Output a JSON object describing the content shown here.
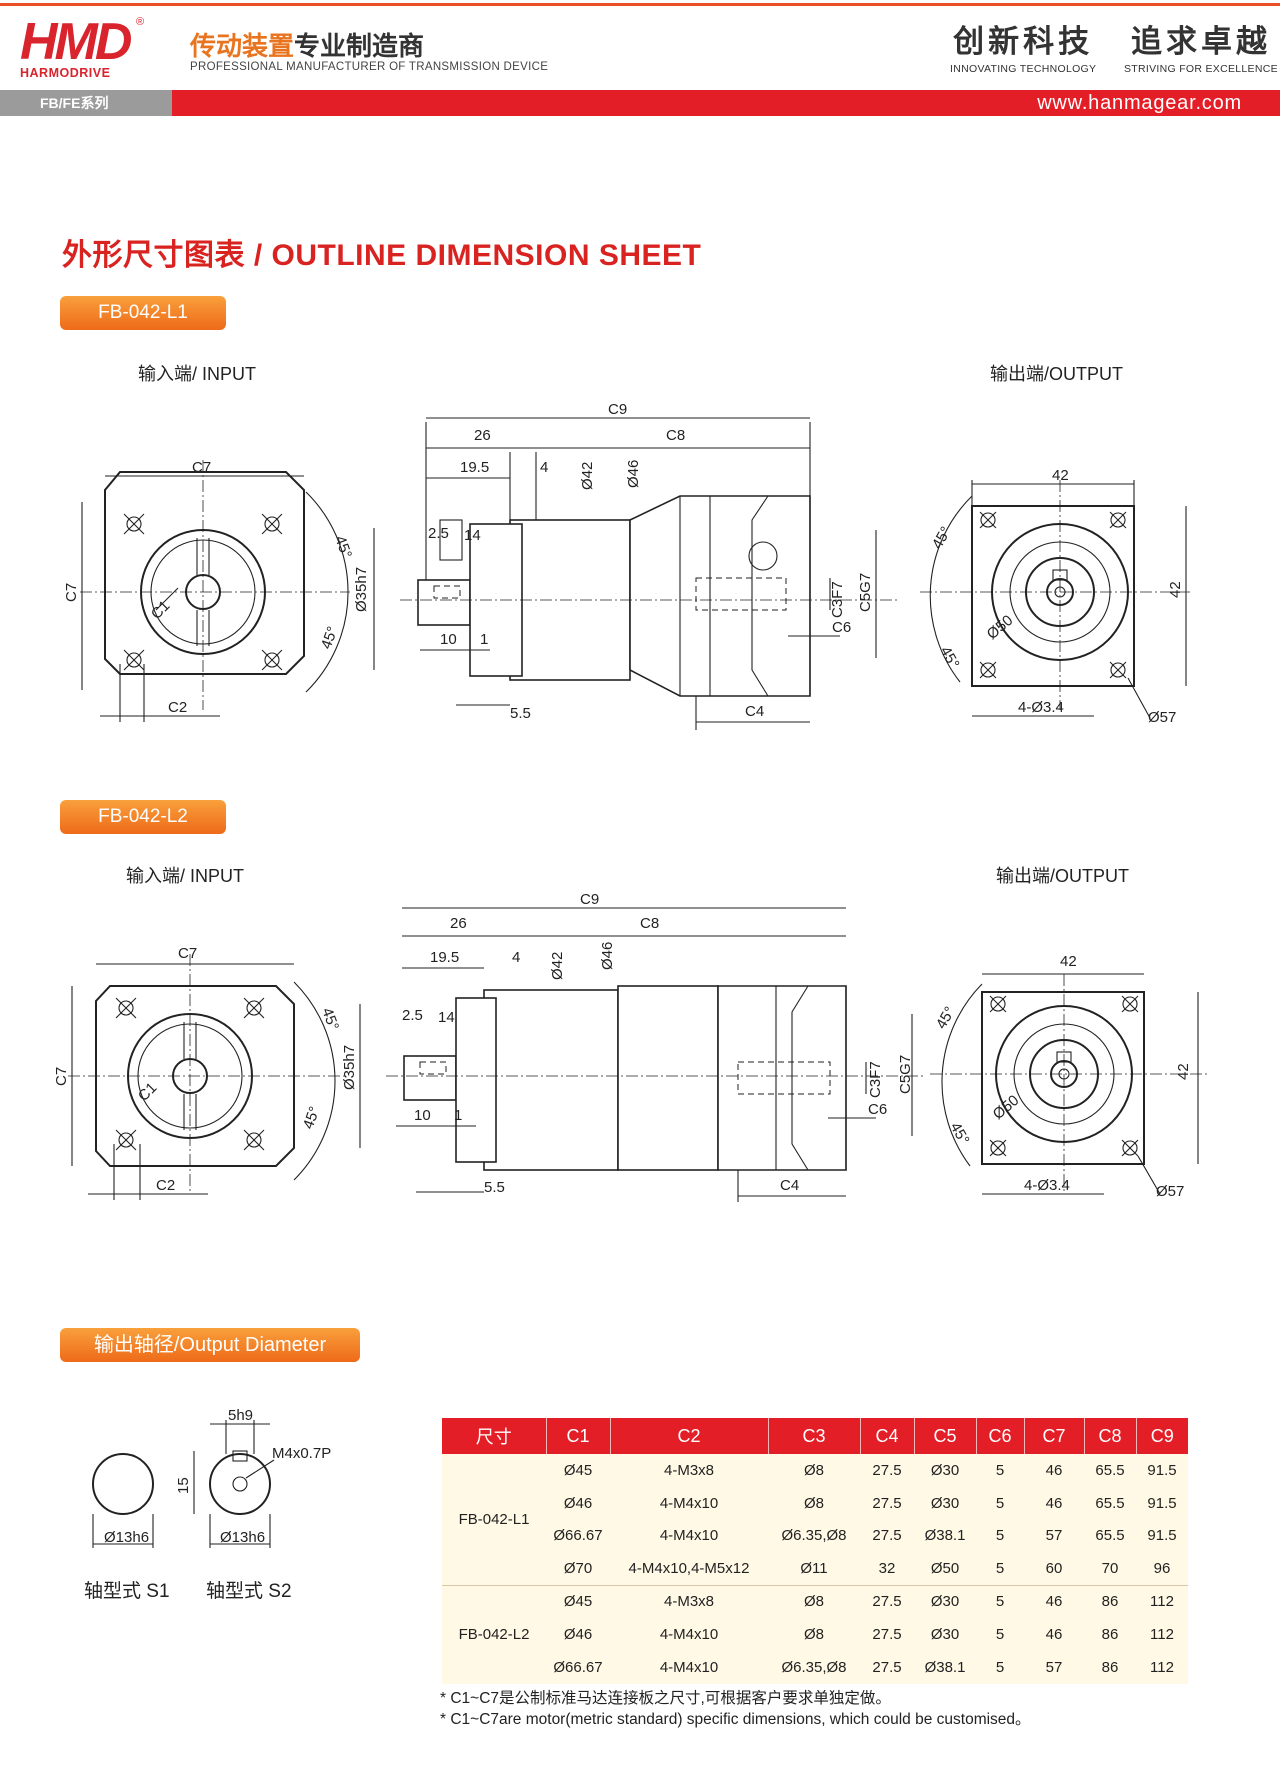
{
  "header": {
    "logo_text": "HMD",
    "logo_sub": "HARMODRIVE",
    "logo_registered": "®",
    "brand_cn_highlight": "传动装置",
    "brand_cn_rest": "专业制造商",
    "brand_en": "PROFESSIONAL MANUFACTURER OF TRANSMISSION DEVICE",
    "slogan1_cn": "创新科技",
    "slogan1_en": "INNOVATING TECHNOLOGY",
    "slogan2_cn": "追求卓越",
    "slogan2_en": "STRIVING FOR EXCELLENCE",
    "series": "FB/FE系列",
    "website": "www.hanmagear.com"
  },
  "sheet_title": "外形尺寸图表 / OUTLINE DIMENSION SHEET",
  "sections": [
    {
      "model": "FB-042-L1",
      "input_label": "输入端/ INPUT",
      "output_label": "输出端/OUTPUT"
    },
    {
      "model": "FB-042-L2",
      "input_label": "输入端/ INPUT",
      "output_label": "输出端/OUTPUT"
    }
  ],
  "dims": {
    "C1": "C1",
    "C2": "C2",
    "C3": "C3F7",
    "C4": "C4",
    "C5": "C5G7",
    "C6": "C6",
    "C7": "C7",
    "C8": "C8",
    "C9": "C9",
    "deg45": "45°",
    "d26": "26",
    "d19_5": "19.5",
    "d4": "4",
    "d42dia": "Ø42",
    "d46dia": "Ø46",
    "d2_5": "2.5",
    "d14": "14",
    "d35": "Ø35h7",
    "d10": "10",
    "d1": "1",
    "d5_5": "5.5",
    "d42": "42",
    "d50": "Ø50",
    "holes": "4-Ø3.4",
    "d57": "Ø57"
  },
  "output_diameter": {
    "title": "输出轴径/Output Diameter",
    "s1_dia": "Ø13h6",
    "s2_dia": "Ø13h6",
    "s2_key": "5h9",
    "s2_height": "15",
    "s2_tap": "M4x0.7P",
    "s1_label": "轴型式 S1",
    "s2_label": "轴型式 S2"
  },
  "table": {
    "headers": [
      "尺寸",
      "C1",
      "C2",
      "C3",
      "C4",
      "C5",
      "C6",
      "C7",
      "C8",
      "C9"
    ],
    "groups": [
      {
        "model": "FB-042-L1",
        "rows": [
          [
            "Ø45",
            "4-M3x8",
            "Ø8",
            "27.5",
            "Ø30",
            "5",
            "46",
            "65.5",
            "91.5"
          ],
          [
            "Ø46",
            "4-M4x10",
            "Ø8",
            "27.5",
            "Ø30",
            "5",
            "46",
            "65.5",
            "91.5"
          ],
          [
            "Ø66.67",
            "4-M4x10",
            "Ø6.35,Ø8",
            "27.5",
            "Ø38.1",
            "5",
            "57",
            "65.5",
            "91.5"
          ],
          [
            "Ø70",
            "4-M4x10,4-M5x12",
            "Ø11",
            "32",
            "Ø50",
            "5",
            "60",
            "70",
            "96"
          ]
        ]
      },
      {
        "model": "FB-042-L2",
        "rows": [
          [
            "Ø45",
            "4-M3x8",
            "Ø8",
            "27.5",
            "Ø30",
            "5",
            "46",
            "86",
            "112"
          ],
          [
            "Ø46",
            "4-M4x10",
            "Ø8",
            "27.5",
            "Ø30",
            "5",
            "46",
            "86",
            "112"
          ],
          [
            "Ø66.67",
            "4-M4x10",
            "Ø6.35,Ø8",
            "27.5",
            "Ø38.1",
            "5",
            "57",
            "86",
            "112"
          ]
        ]
      }
    ]
  },
  "notes": [
    "* C1~C7是公制标准马达连接板之尺寸,可根据客户要求单独定做。",
    "* C1~C7are motor(metric standard)  specific dimensions, which could be customised。"
  ]
}
